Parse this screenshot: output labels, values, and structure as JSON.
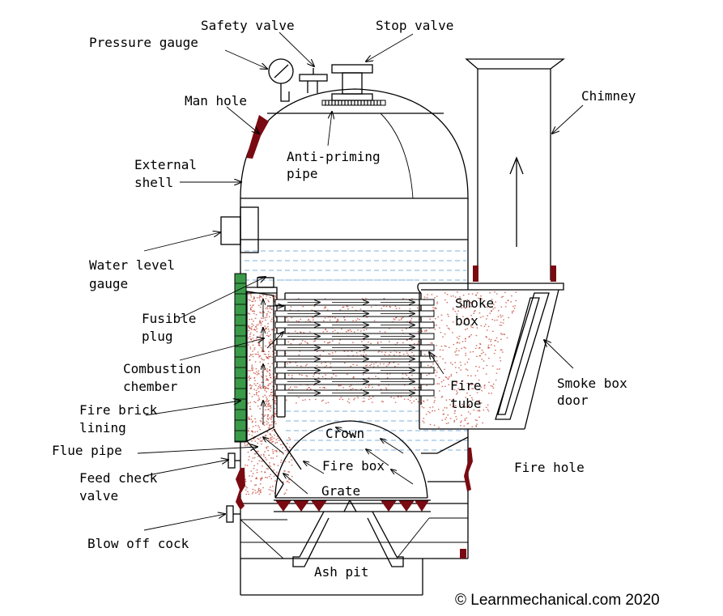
{
  "labels": {
    "safety_valve": "Safety valve",
    "stop_valve": "Stop valve",
    "pressure_gauge": "Pressure gauge",
    "man_hole": "Man hole",
    "chimney": "Chimney",
    "anti_priming_1": "Anti-priming",
    "anti_priming_2": "pipe",
    "external_shell_1": "External",
    "external_shell_2": "shell",
    "water_level_gauge_1": "Water level",
    "water_level_gauge_2": "gauge",
    "fusible_plug_1": "Fusible",
    "fusible_plug_2": "plug",
    "combustion_chamber_1": "Combustion",
    "combustion_chamber_2": "chember",
    "fire_brick_lining_1": "Fire brick",
    "fire_brick_lining_2": "lining",
    "flue_pipe": "Flue pipe",
    "feed_check_valve_1": "Feed check",
    "feed_check_valve_2": "valve",
    "blow_off_cock": "Blow off cock",
    "smoke_box_1": "Smoke",
    "smoke_box_2": "box",
    "fire_tube_1": "Fire",
    "fire_tube_2": "tube",
    "smoke_box_door_1": "Smoke box",
    "smoke_box_door_2": "door",
    "fire_hole": "Fire hole",
    "crown": "Crown",
    "fire_box": "Fire box",
    "grate": "Grate",
    "ash_pit": "Ash pit"
  },
  "copyright": "© Learnmechanical.com 2020",
  "colors": {
    "water": "#7fb0dd",
    "flue_gas": "#c0392b",
    "brick": "#3a9a4a",
    "gasket": "#7a0a12"
  }
}
